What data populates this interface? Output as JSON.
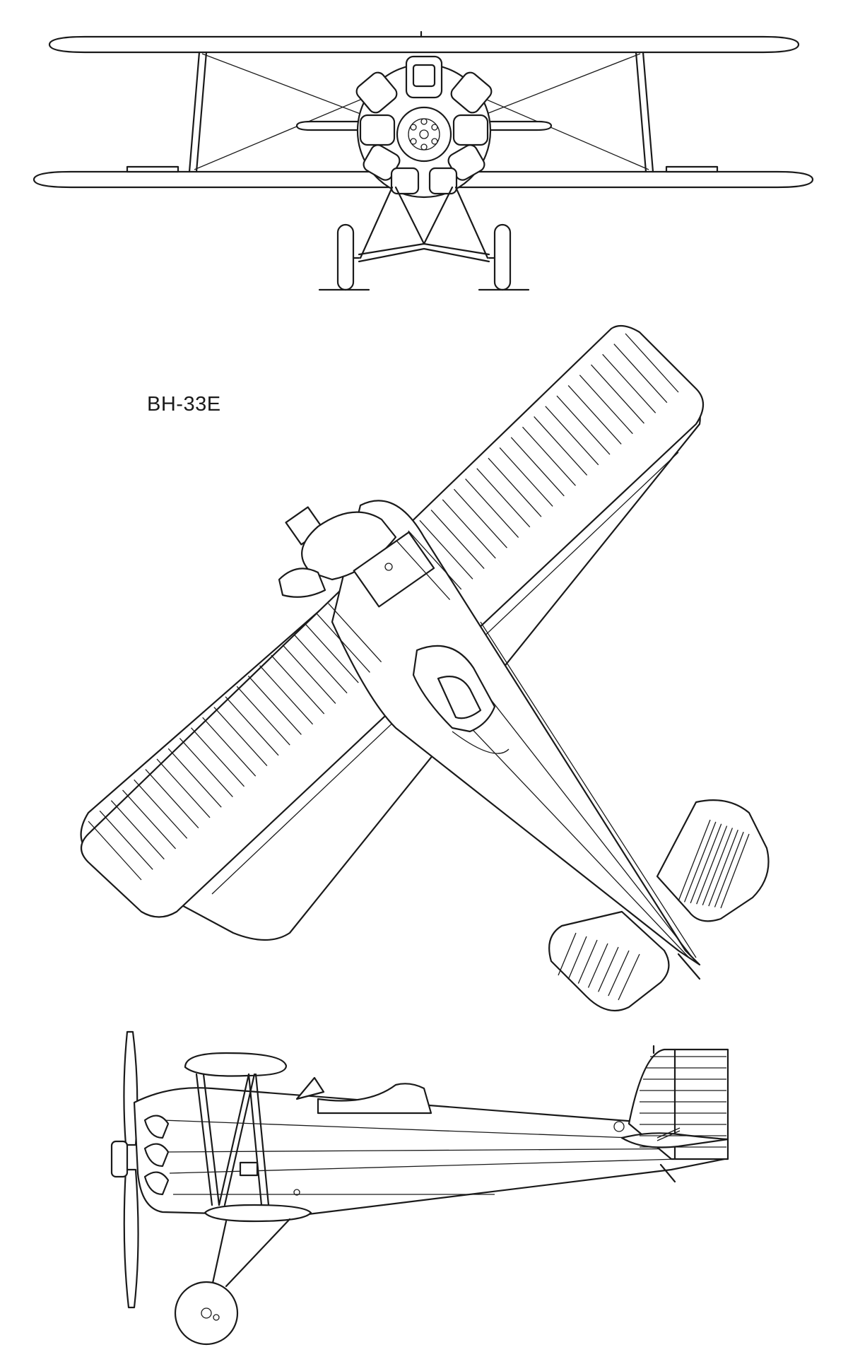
{
  "designation": "BH-33E",
  "views": {
    "front": "front-view",
    "top": "top-view",
    "side": "side-view"
  },
  "line_color": "#1a1a1a",
  "background_color": "#ffffff"
}
